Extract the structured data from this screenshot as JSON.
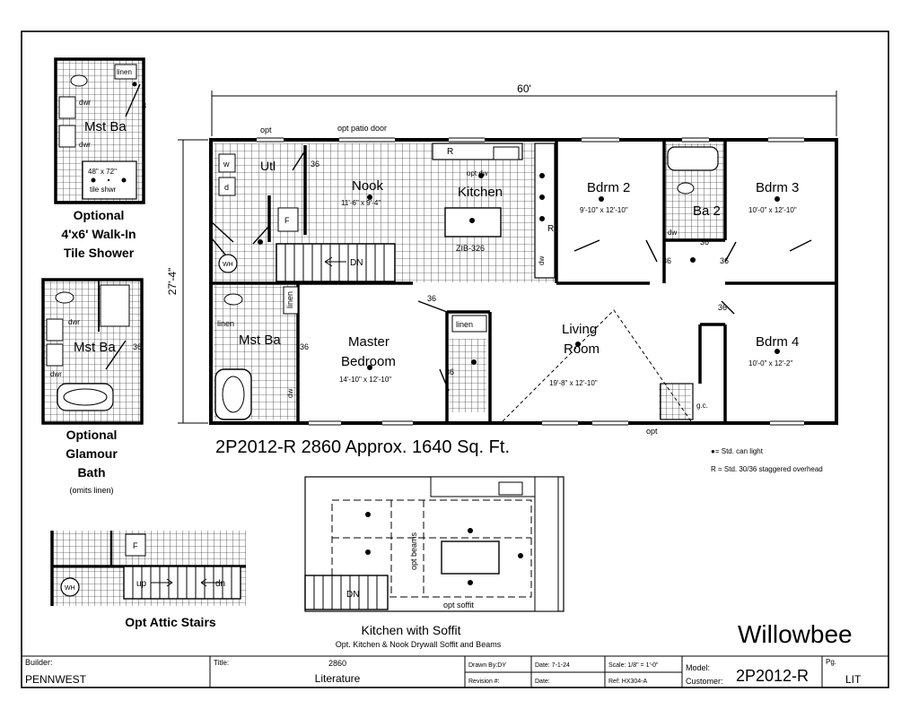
{
  "plan": {
    "overall_width": "60'",
    "overall_depth": "27'-4\"",
    "title": "2P2012-R 2860 Approx. 1640 Sq. Ft.",
    "model_name": "Willowbee",
    "labels": {
      "opt_top": "opt",
      "opt_patio_door": "opt patio door",
      "opt_bottom": "opt",
      "utl": "Utl",
      "w": "w",
      "d": "d",
      "nook": "Nook",
      "nook_dim": "11'-6\" x 9'-4\"",
      "kitchen": "Kitchen",
      "r": "R",
      "opt_dw": "opt dw",
      "zib": "ZIB-326",
      "dw": "dw",
      "dn": "DN",
      "wh": "WH",
      "f": "F",
      "bdrm2": "Bdrm 2",
      "bdrm2_dim": "9'-10\" x 12'-10\"",
      "bdrm3": "Bdrm 3",
      "bdrm3_dim": "10'-0\" x 12'-10\"",
      "ba2": "Ba 2",
      "linen": "linen",
      "mst_ba": "Mst Ba",
      "master": "Master",
      "bedroom": "Bedroom",
      "master_dim": "14'-10\" x 12'-10\"",
      "living": "Living",
      "room": "Room",
      "living_dim": "19'-8\" x 12'-10\"",
      "bdrm4": "Bdrm 4",
      "bdrm4_dim": "10'-0\" x 12'-2\"",
      "door36": "36",
      "gc": "g.c.",
      "three": "3"
    },
    "legend": {
      "can_light": "●= Std. can light",
      "overhead": "R = Std. 30/36 staggered overhead"
    }
  },
  "options": {
    "shower": {
      "line1": "Optional",
      "line2": "4'x6' Walk-In",
      "line3": "Tile Shower",
      "size": "48\" x 72\"",
      "tile": "tile shwr",
      "mst": "Mst Ba",
      "linen": "linen",
      "dwr": "dwr"
    },
    "glamour": {
      "line1": "Optional",
      "line2": "Glamour",
      "line3": "Bath",
      "note": "(omits linen)",
      "mst": "Mst Ba",
      "dwr": "dwr",
      "door36": "36"
    },
    "attic": {
      "title": "Opt Attic Stairs",
      "up": "up",
      "dn": "dn",
      "wh": "WH",
      "f": "F"
    },
    "soffit": {
      "title": "Kitchen with Soffit",
      "subtitle": "Opt. Kitchen & Nook Drywall Soffit and Beams",
      "beams": "opt beams",
      "soffit": "opt soffit",
      "dn": "DN"
    }
  },
  "title_block": {
    "builder_label": "Builder:",
    "builder": "PENNWEST",
    "title_label": "Title:",
    "number": "2860",
    "title": "Literature",
    "drawn_by": "Drawn By:DY",
    "date": "Date: 7-1-24",
    "revision": "Revision #:",
    "date2": "Date:",
    "scale": "Scale: 1/8\" = 1'-0\"",
    "ref": "Ref: HX304-A",
    "model_label": "Model:",
    "customer_label": "Customer:",
    "model": "2P2012-R",
    "pg_label": "Pg.",
    "pg": "LIT"
  },
  "colors": {
    "line": "#000000",
    "grid": "#000000",
    "background": "#ffffff"
  }
}
